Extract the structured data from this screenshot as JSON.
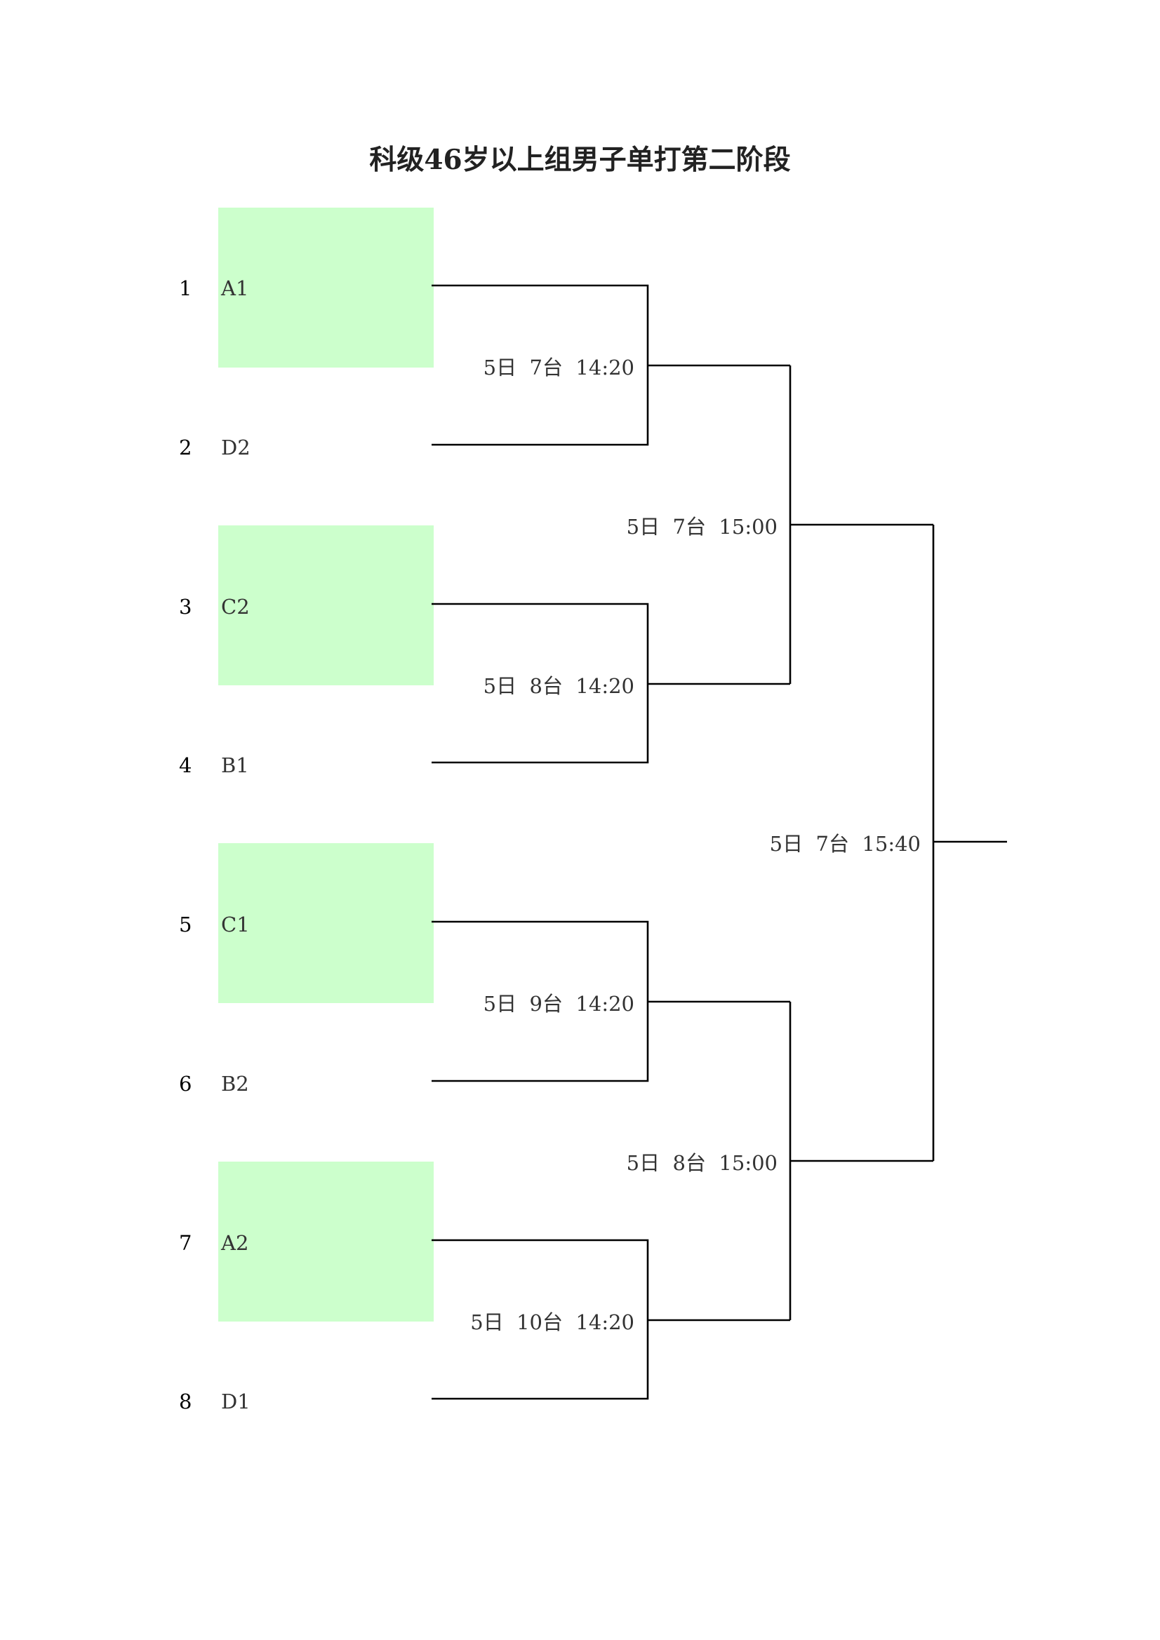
{
  "title": "科级46岁以上组男子单打第二阶段",
  "entries": [
    {
      "number": "1",
      "seed": "A1",
      "highlighted": true
    },
    {
      "number": "2",
      "seed": "D2",
      "highlighted": false
    },
    {
      "number": "3",
      "seed": "C2",
      "highlighted": true
    },
    {
      "number": "4",
      "seed": "B1",
      "highlighted": false
    },
    {
      "number": "5",
      "seed": "C1",
      "highlighted": true
    },
    {
      "number": "6",
      "seed": "B2",
      "highlighted": false
    },
    {
      "number": "7",
      "seed": "A2",
      "highlighted": true
    },
    {
      "number": "8",
      "seed": "D1",
      "highlighted": false
    }
  ],
  "matches": {
    "round1": [
      "5日  7台  14:20",
      "5日  8台  14:20",
      "5日  9台  14:20",
      "5日  10台  14:20"
    ],
    "round2": [
      "5日  7台  15:00",
      "5日  8台  15:00"
    ],
    "final": "5日  7台  15:40"
  },
  "colors": {
    "highlight": "#ccffcc",
    "line": "#000000"
  }
}
